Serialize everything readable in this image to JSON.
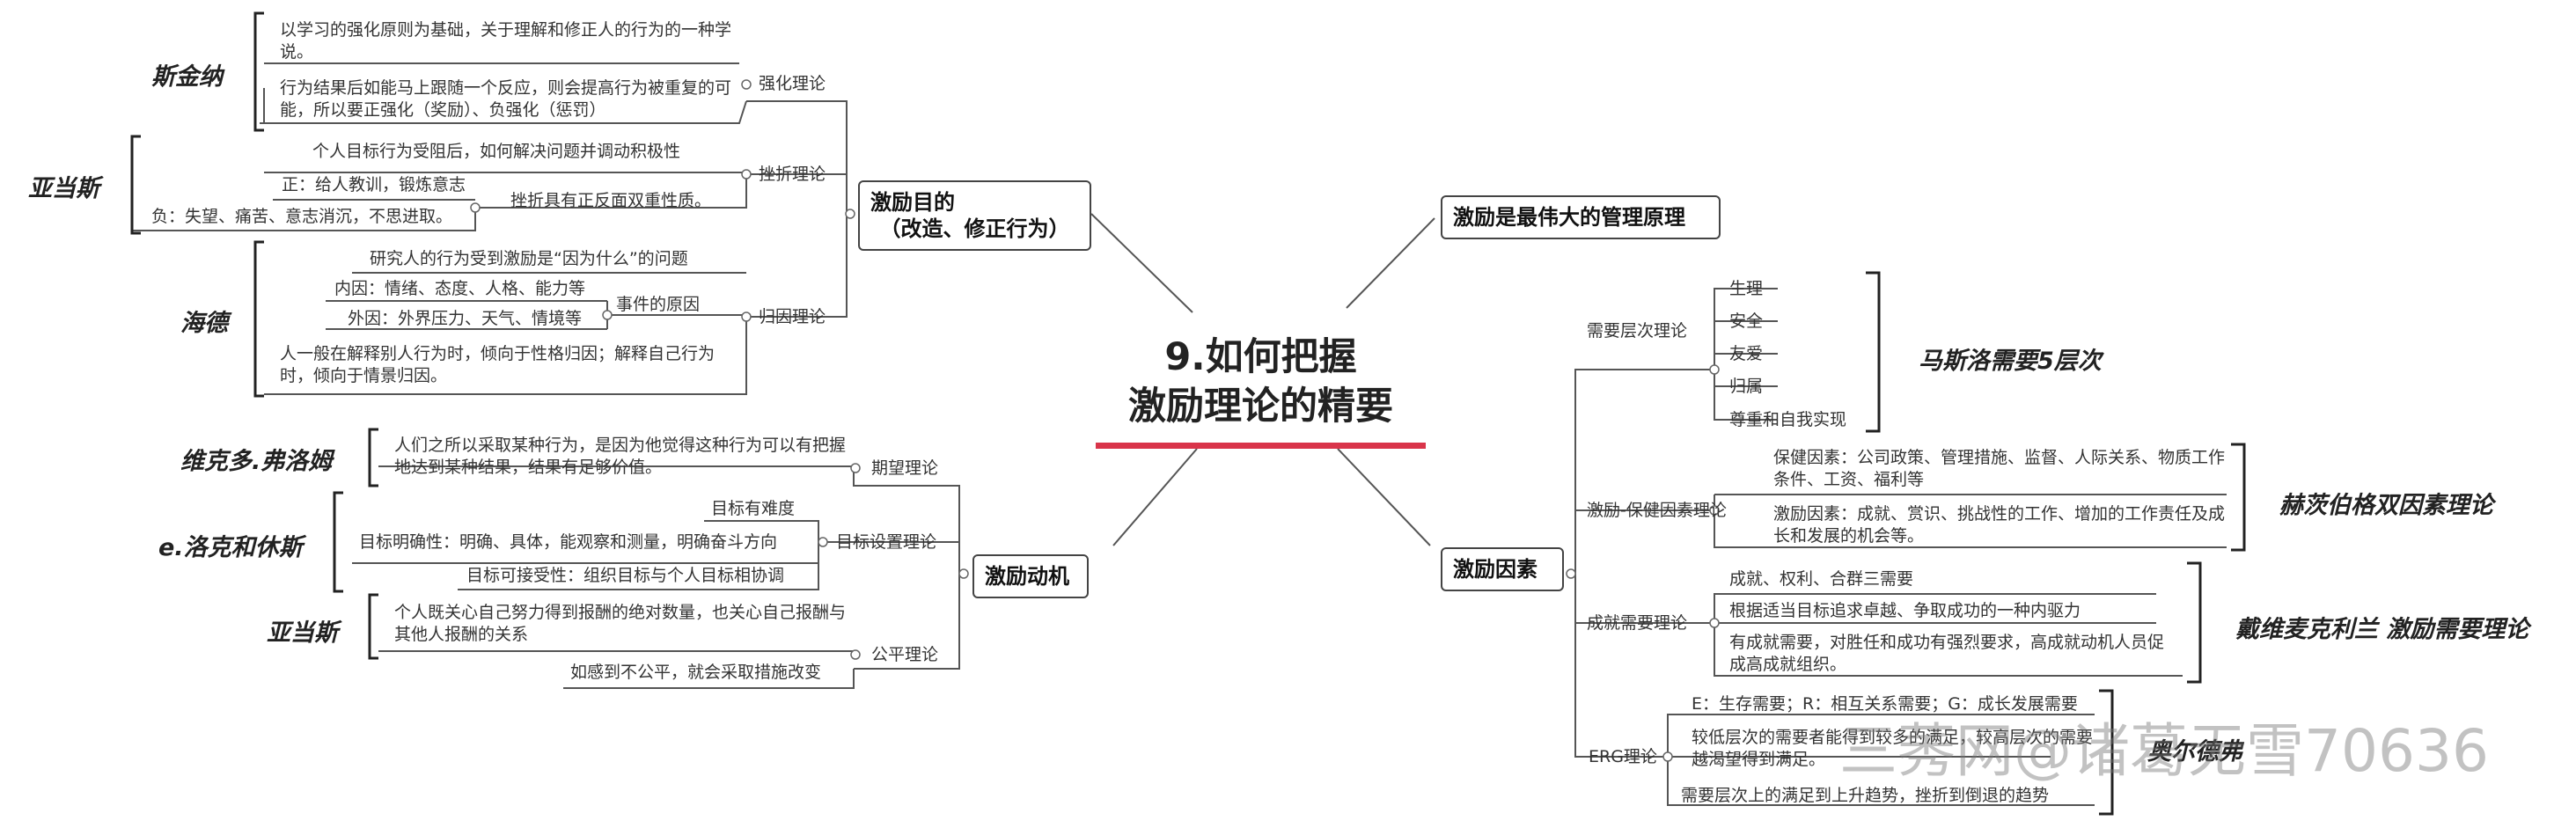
{
  "center": {
    "line1": "9.如何把握",
    "line2": "激励理论的精要"
  },
  "watermark": "三莠网@诸葛无雪70636",
  "left": {
    "purpose": {
      "title_line1": "激励目的",
      "title_line2": "（改造、修正行为）",
      "reinforce": {
        "label": "强化理论",
        "author": "斯金纳",
        "texts": [
          "以学习的强化原则为基础，关于理解和修正人的行为的一种学说。",
          "行为结果后如能马上跟随一个反应，则会提高行为被重复的可能，所以要正强化（奖励）、负强化（惩罚）"
        ]
      },
      "frustration": {
        "label": "挫折理论",
        "author": "亚当斯",
        "top": "个人目标行为受阻后，如何解决问题并调动积极性",
        "sub_label": "挫折具有正反面双重性质。",
        "positive": "正：给人教训，锻炼意志",
        "negative": "负：失望、痛苦、意志消沉，不思进取。"
      },
      "attribution": {
        "label": "归因理论",
        "author": "海德",
        "top": "研究人的行为受到激励是“因为什么”的问题",
        "sub_label": "事件的原因",
        "inner": "内因：情绪、态度、人格、能力等",
        "outer": "外因：外界压力、天气、情境等",
        "bottom": "人一般在解释别人行为时，倾向于性格归因；解释自己行为时，倾向于情景归因。"
      }
    },
    "motive": {
      "title": "激励动机",
      "expectancy": {
        "label": "期望理论",
        "author": "维克多.弗洛姆",
        "text": "人们之所以采取某种行为，是因为他觉得这种行为可以有把握地达到某种结果，结果有足够价值。"
      },
      "goal": {
        "label": "目标设置理论",
        "author": "e.洛克和休斯",
        "items": [
          "目标有难度",
          "目标明确性：明确、具体，能观察和测量，明确奋斗方向",
          "目标可接受性：组织目标与个人目标相协调"
        ]
      },
      "equity": {
        "label": "公平理论",
        "author": "亚当斯",
        "text": "个人既关心自己努力得到报酬的绝对数量，也关心自己报酬与其他人报酬的关系",
        "bottom": "如感到不公平，就会采取措施改变"
      }
    }
  },
  "right": {
    "principle": {
      "title": "激励是最伟大的管理原理"
    },
    "factors": {
      "title": "激励因素",
      "needs": {
        "label": "需要层次理论",
        "author": "马斯洛需要5层次",
        "items": [
          "生理",
          "安全",
          "友爱",
          "归属",
          "尊重和自我实现"
        ]
      },
      "twofactor": {
        "label": "激励-保健因素理论",
        "author": "赫茨伯格双因素理论",
        "hygiene": "保健因素：公司政策、管理措施、监督、人际关系、物质工作条件、工资、福利等",
        "motivator": "激励因素：成就、赏识、挑战性的工作、增加的工作责任及成长和发展的机会等。"
      },
      "achievement": {
        "label": "成就需要理论",
        "author": "戴维麦克利兰 激励需要理论",
        "items": [
          "成就、权利、合群三需要",
          "根据适当目标追求卓越、争取成功的一种内驱力",
          "有成就需要，对胜任和成功有强烈要求，高成就动机人员促成高成就组织。"
        ]
      },
      "erg": {
        "label": "ERG理论",
        "author": "奥尔德弗",
        "items": [
          "E：生存需要；R：相互关系需要；G：成长发展需要",
          "较低层次的需要者能得到较多的满足，较高层次的需要越渴望得到满足。",
          "需要层次上的满足到上升趋势，挫折到倒退的趋势"
        ]
      }
    }
  },
  "colors": {
    "accent": "#d9344a",
    "line": "#555555",
    "bracket": "#222222"
  }
}
